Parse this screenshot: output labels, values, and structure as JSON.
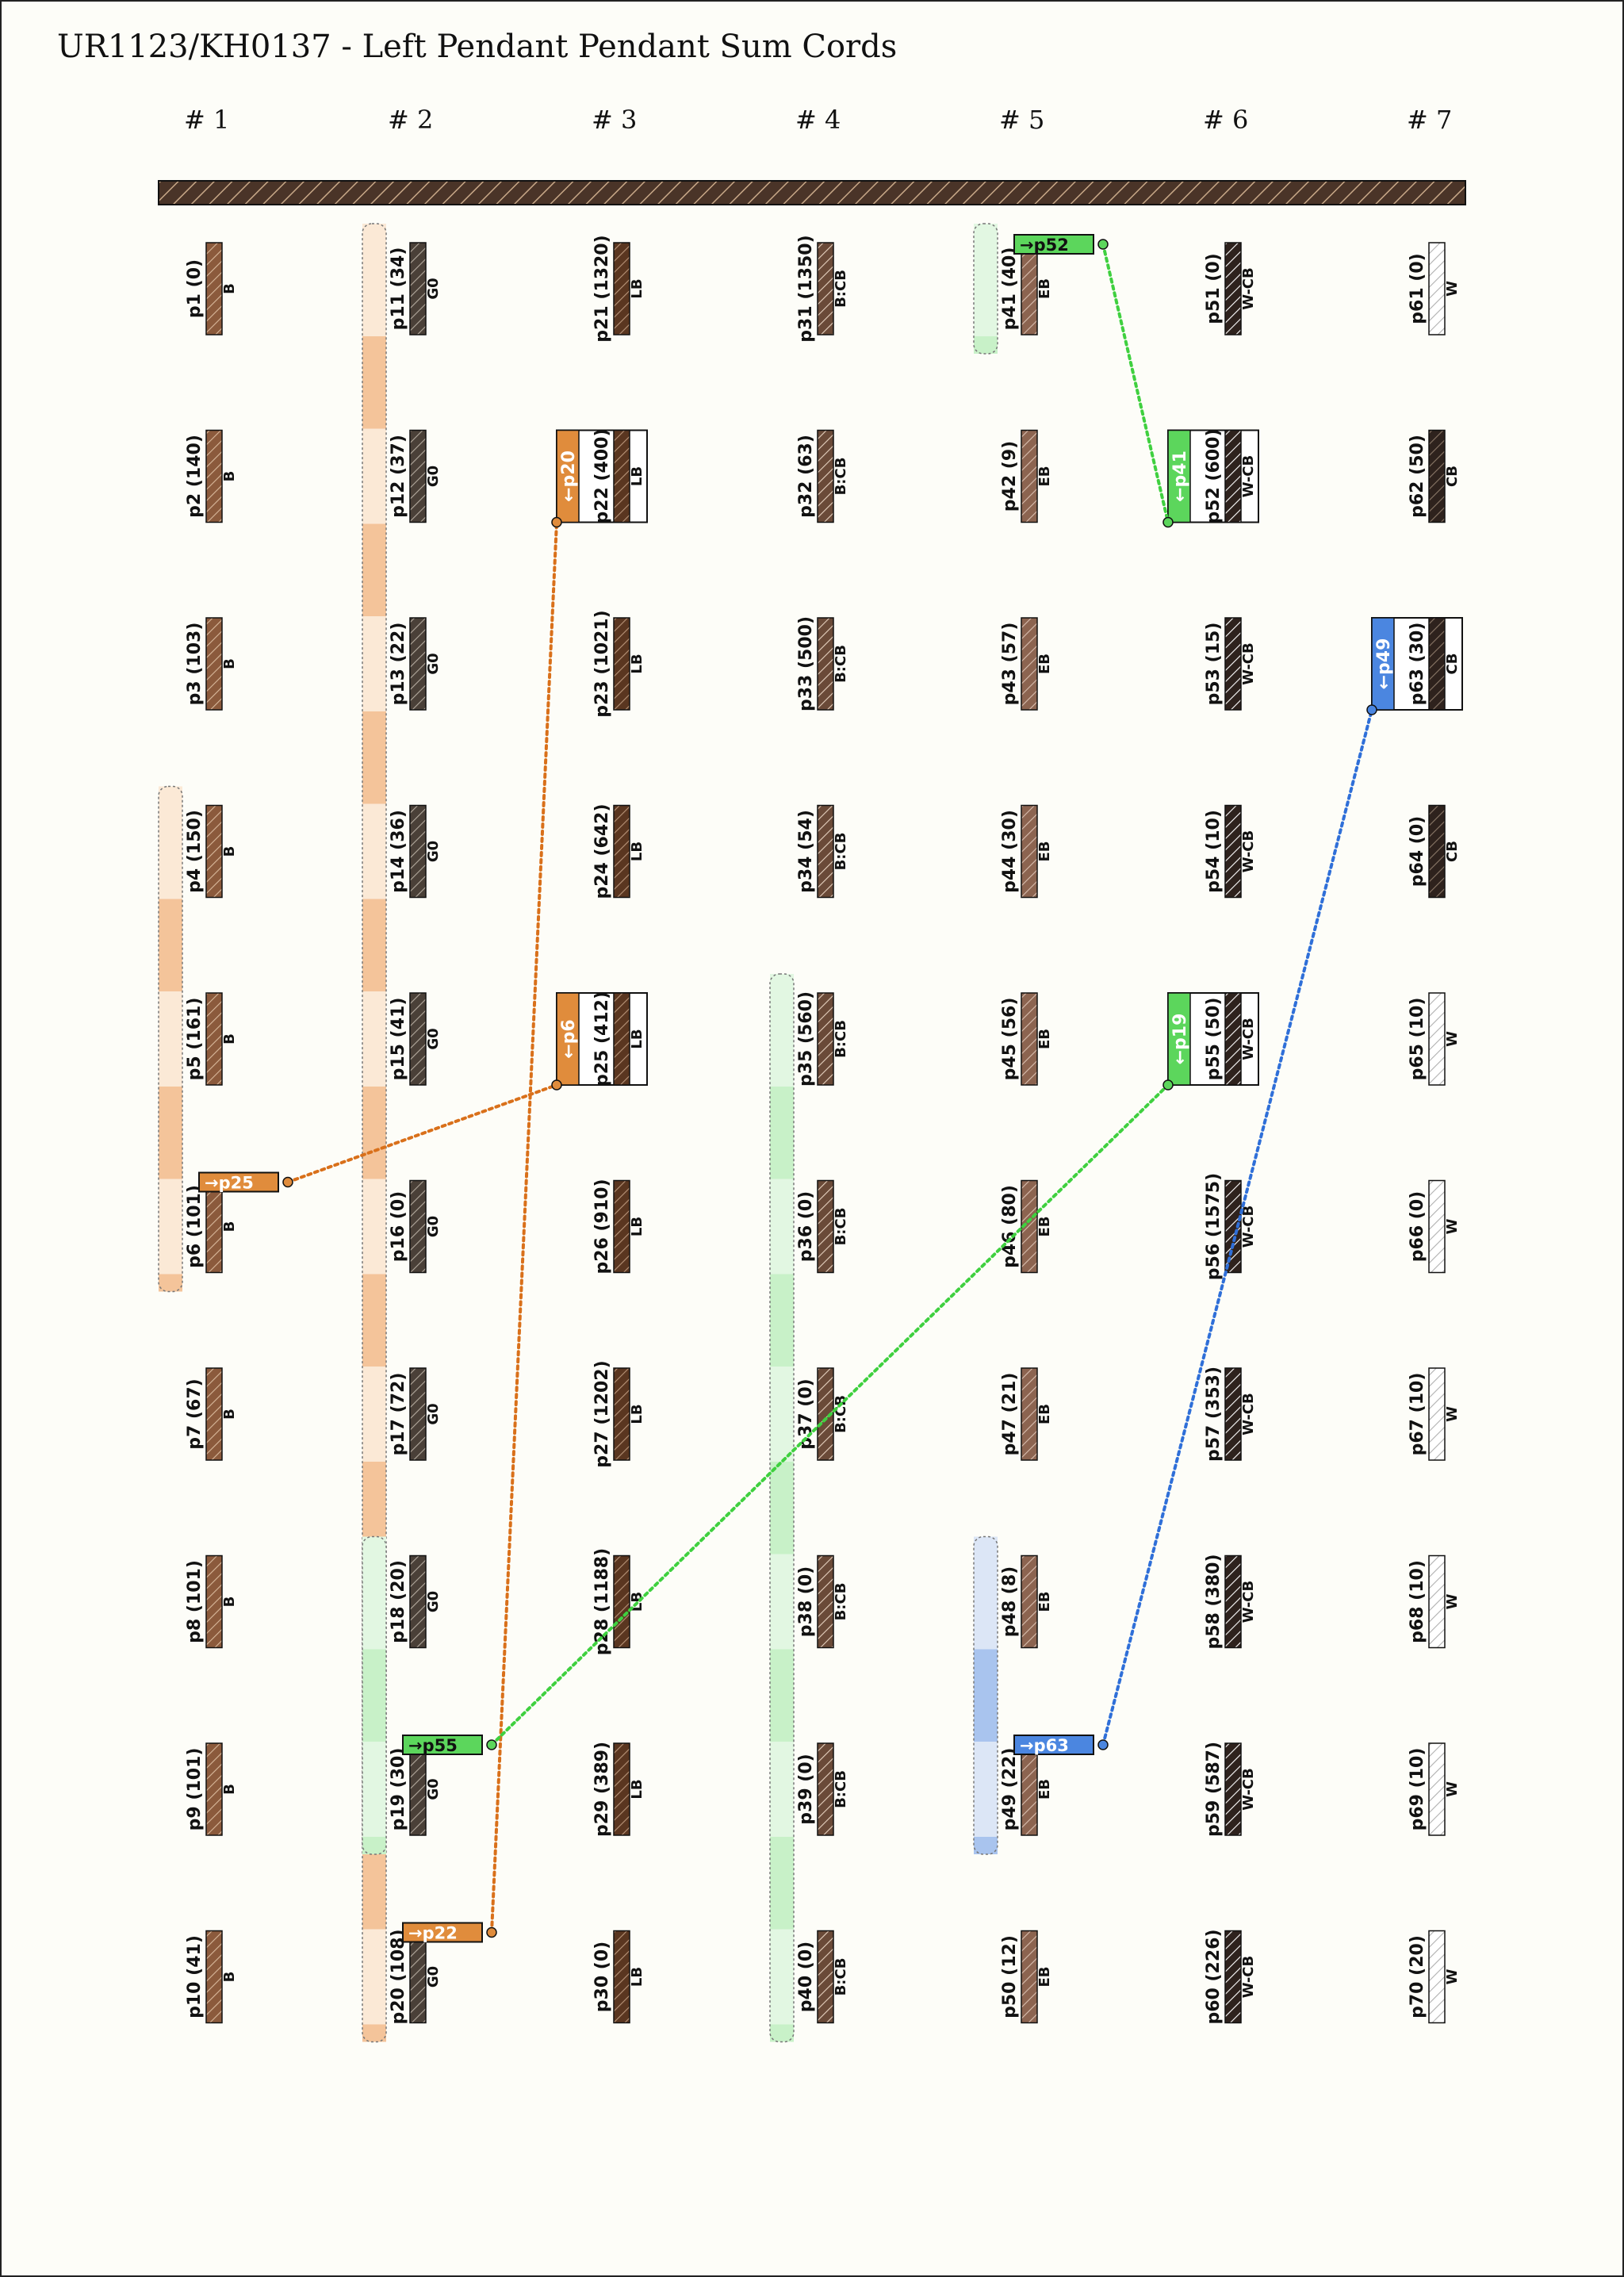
{
  "title": "UR1123/KH0137 - Left Pendant Pendant Sum Cords",
  "group_labels": [
    "# 1",
    "# 2",
    "# 3",
    "# 4",
    "# 5",
    "# 6",
    "# 7"
  ],
  "colors": {
    "background": "#fdfdf8",
    "B": "#8b5a3c",
    "G0": "#4a4038",
    "LB": "#5a3620",
    "CB": "#2e221d",
    "W": "#ffffff",
    "EB": "#8c6450",
    "orange": "#e08c3c",
    "green": "#5cd65c",
    "blue": "#4b86e0"
  },
  "groups": [
    [
      {
        "label": "p1 (0)",
        "color": "B"
      },
      {
        "label": "p2 (140)",
        "color": "B"
      },
      {
        "label": "p3 (103)",
        "color": "B"
      },
      {
        "label": "p4 (150)",
        "color": "B"
      },
      {
        "label": "p5 (161)",
        "color": "B"
      },
      {
        "label": "p6 (101)",
        "color": "B"
      },
      {
        "label": "p7 (67)",
        "color": "B"
      },
      {
        "label": "p8 (101)",
        "color": "B"
      },
      {
        "label": "p9 (101)",
        "color": "B"
      },
      {
        "label": "p10 (41)",
        "color": "B"
      }
    ],
    [
      {
        "label": "p11 (34)",
        "color": "G0"
      },
      {
        "label": "p12 (37)",
        "color": "G0"
      },
      {
        "label": "p13 (22)",
        "color": "G0"
      },
      {
        "label": "p14 (36)",
        "color": "G0"
      },
      {
        "label": "p15 (41)",
        "color": "G0"
      },
      {
        "label": "p16 (0)",
        "color": "G0"
      },
      {
        "label": "p17 (72)",
        "color": "G0"
      },
      {
        "label": "p18 (20)",
        "color": "G0"
      },
      {
        "label": "p19 (30)",
        "color": "G0"
      },
      {
        "label": "p20 (108)",
        "color": "G0"
      }
    ],
    [
      {
        "label": "p21 (1320)",
        "color": "LB"
      },
      {
        "label": "p22 (400)",
        "color": "LB"
      },
      {
        "label": "p23 (1021)",
        "color": "LB"
      },
      {
        "label": "p24 (642)",
        "color": "LB"
      },
      {
        "label": "p25 (412)",
        "color": "LB"
      },
      {
        "label": "p26 (910)",
        "color": "LB"
      },
      {
        "label": "p27 (1202)",
        "color": "LB"
      },
      {
        "label": "p28 (1188)",
        "color": "LB"
      },
      {
        "label": "p29 (389)",
        "color": "LB"
      },
      {
        "label": "p30 (0)",
        "color": "LB"
      }
    ],
    [
      {
        "label": "p31 (1350)",
        "color": "B:CB"
      },
      {
        "label": "p32 (63)",
        "color": "B:CB"
      },
      {
        "label": "p33 (500)",
        "color": "B:CB"
      },
      {
        "label": "p34 (54)",
        "color": "B:CB"
      },
      {
        "label": "p35 (560)",
        "color": "B:CB"
      },
      {
        "label": "p36 (0)",
        "color": "B:CB"
      },
      {
        "label": "p37 (0)",
        "color": "B:CB"
      },
      {
        "label": "p38 (0)",
        "color": "B:CB"
      },
      {
        "label": "p39 (0)",
        "color": "B:CB"
      },
      {
        "label": "p40 (0)",
        "color": "B:CB"
      }
    ],
    [
      {
        "label": "p41 (40)",
        "color": "EB"
      },
      {
        "label": "p42 (9)",
        "color": "EB"
      },
      {
        "label": "p43 (57)",
        "color": "EB"
      },
      {
        "label": "p44 (30)",
        "color": "EB"
      },
      {
        "label": "p45 (56)",
        "color": "EB"
      },
      {
        "label": "p46 (80)",
        "color": "EB"
      },
      {
        "label": "p47 (21)",
        "color": "EB"
      },
      {
        "label": "p48 (8)",
        "color": "EB"
      },
      {
        "label": "p49 (22)",
        "color": "EB"
      },
      {
        "label": "p50 (12)",
        "color": "EB"
      }
    ],
    [
      {
        "label": "p51 (0)",
        "color": "W-CB"
      },
      {
        "label": "p52 (600)",
        "color": "W-CB"
      },
      {
        "label": "p53 (15)",
        "color": "W-CB"
      },
      {
        "label": "p54 (10)",
        "color": "W-CB"
      },
      {
        "label": "p55 (50)",
        "color": "W-CB"
      },
      {
        "label": "p56 (1575)",
        "color": "W-CB"
      },
      {
        "label": "p57 (353)",
        "color": "W-CB"
      },
      {
        "label": "p58 (380)",
        "color": "W-CB"
      },
      {
        "label": "p59 (587)",
        "color": "W-CB"
      },
      {
        "label": "p60 (226)",
        "color": "W-CB"
      }
    ],
    [
      {
        "label": "p61 (0)",
        "color": "W"
      },
      {
        "label": "p62 (50)",
        "color": "CB"
      },
      {
        "label": "p63 (30)",
        "color": "CB"
      },
      {
        "label": "p64 (0)",
        "color": "CB"
      },
      {
        "label": "p65 (10)",
        "color": "W"
      },
      {
        "label": "p66 (0)",
        "color": "W"
      },
      {
        "label": "p67 (10)",
        "color": "W"
      },
      {
        "label": "p68 (10)",
        "color": "W"
      },
      {
        "label": "p69 (10)",
        "color": "W"
      },
      {
        "label": "p70 (20)",
        "color": "W"
      }
    ]
  ],
  "sum_groups": [
    {
      "color": "orange",
      "group": 0,
      "from": 3,
      "to": 5
    },
    {
      "color": "orange",
      "group": 1,
      "from": 0,
      "to": 9
    },
    {
      "color": "green",
      "group": 4,
      "from": 0,
      "to": 0
    },
    {
      "color": "green",
      "group": 3,
      "from": 4,
      "to": 9
    },
    {
      "color": "green",
      "group": 1,
      "from": 7,
      "to": 8
    },
    {
      "color": "blue",
      "group": 4,
      "from": 7,
      "to": 8
    }
  ],
  "sum_arrows": [
    {
      "color": "orange",
      "source_text": "→p25",
      "source_group": 0,
      "source_row": 5,
      "target_text": "←p6",
      "target_group": 2,
      "target_row": 4
    },
    {
      "color": "orange",
      "source_text": "→p22",
      "source_group": 1,
      "source_row": 9,
      "target_text": "←p20",
      "target_group": 2,
      "target_row": 1
    },
    {
      "color": "green",
      "source_text": "→p52",
      "source_group": 4,
      "source_row": 0,
      "target_text": "←p41",
      "target_group": 5,
      "target_row": 1
    },
    {
      "color": "green",
      "source_text": "→p55",
      "source_group": 1,
      "source_row": 8,
      "target_text": "←p19",
      "target_group": 5,
      "target_row": 4
    },
    {
      "color": "blue",
      "source_text": "→p63",
      "source_group": 4,
      "source_row": 8,
      "target_text": "←p49",
      "target_group": 6,
      "target_row": 2
    }
  ]
}
